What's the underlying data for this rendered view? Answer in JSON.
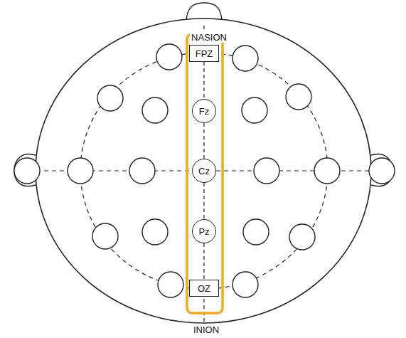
{
  "diagram": {
    "nodes": [
      {
        "text": [
          "FPZ"
        ]
      },
      {
        "text": [
          "Fz"
        ]
      },
      {
        "text": [
          "Cz"
        ]
      },
      {
        "text": [
          "Pz"
        ]
      },
      {
        "text": [
          "OZ"
        ]
      }
    ],
    "edges": [
      {
        "from": 0,
        "to": 1,
        "arrow": "none"
      },
      {
        "from": 1,
        "to": 2,
        "arrow": "none"
      },
      {
        "from": 2,
        "to": 3,
        "arrow": "none"
      },
      {
        "from": 3,
        "to": 4,
        "arrow": "none"
      }
    ],
    "labels": [
      "NASION",
      "INION"
    ]
  }
}
